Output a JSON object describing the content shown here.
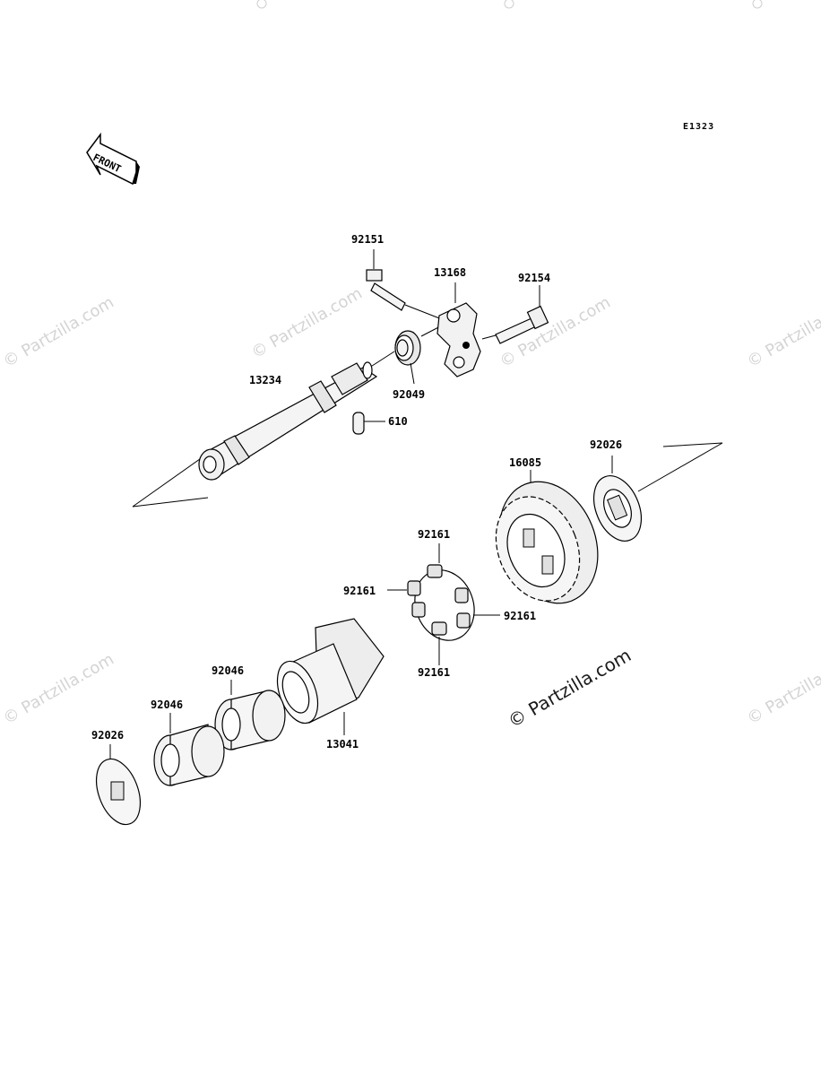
{
  "diagram_code": "E1323",
  "front_label": "FRONT",
  "watermark": "© Partzilla.com",
  "main_watermark": "© Partzilla.com",
  "parts": {
    "bolt_92151": "92151",
    "arm_13168": "13168",
    "bolt_92154": "92154",
    "shaft_13234": "13234",
    "seal_92049": "92049",
    "pin_610": "610",
    "washer_92026_right": "92026",
    "gear_16085": "16085",
    "damper_92161_top": "92161",
    "damper_92161_left": "92161",
    "damper_92161_right": "92161",
    "damper_92161_bottom": "92161",
    "bearing_92046_rear": "92046",
    "bearing_92046_front": "92046",
    "hub_13041": "13041",
    "washer_92026_left": "92026"
  }
}
